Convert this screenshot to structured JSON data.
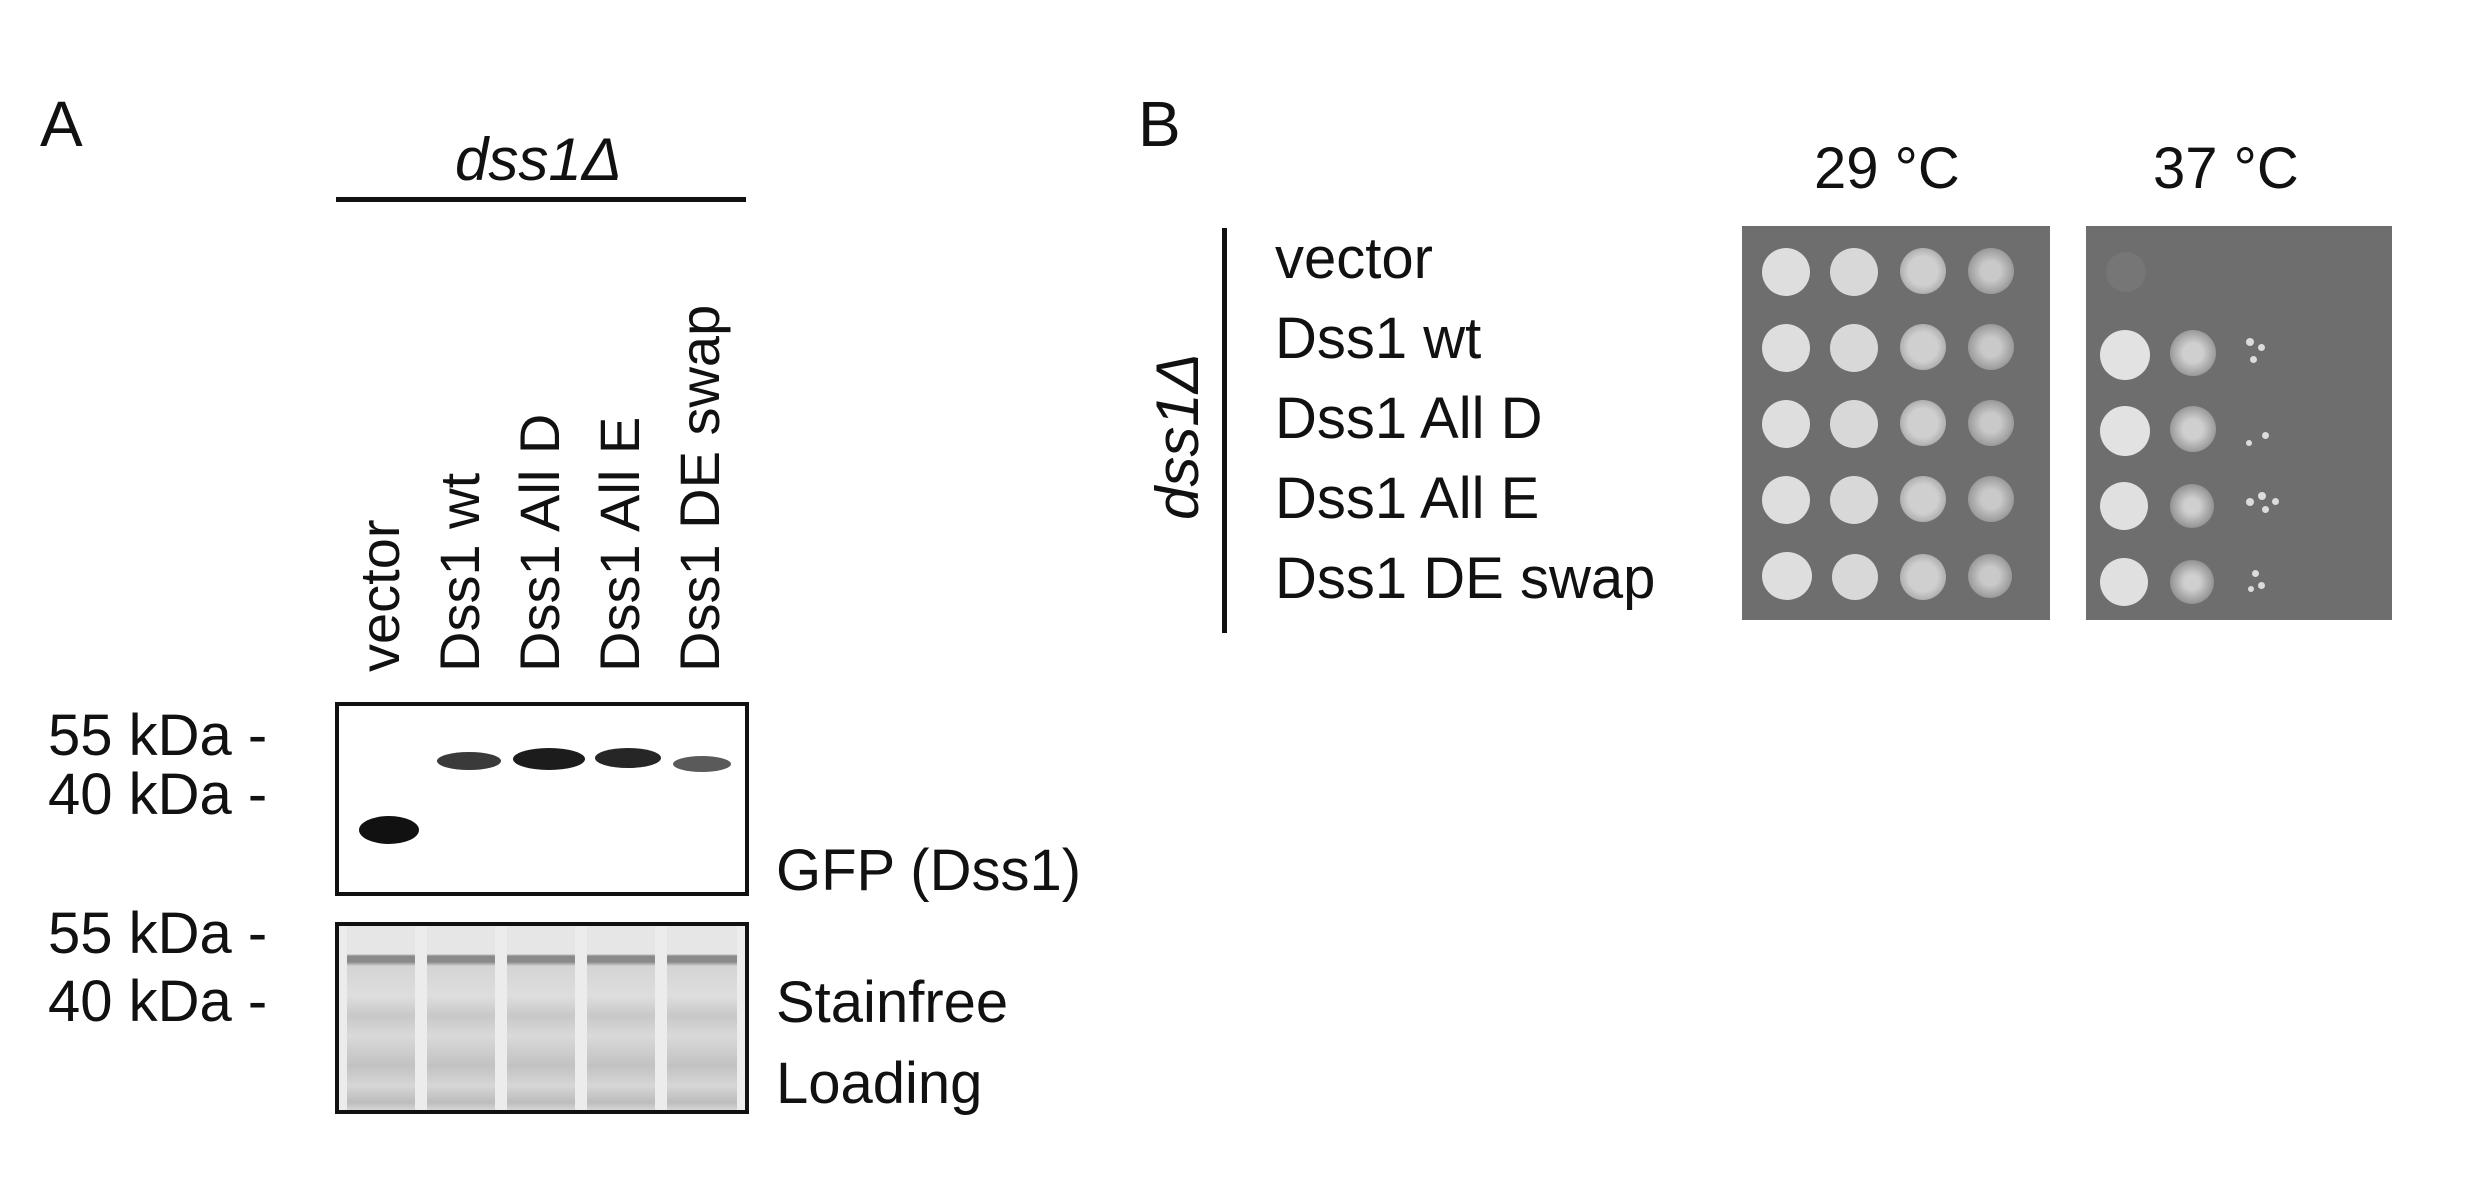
{
  "panel_a": {
    "letter": "A",
    "genotype": "dss1Δ",
    "lanes": [
      "vector",
      "Dss1 wt",
      "Dss1 All D",
      "Dss1 All E",
      "Dss1 DE swap"
    ],
    "blot_gfp": {
      "markers": [
        "55 kDa -",
        "40 kDa -"
      ],
      "label": "GFP (Dss1)"
    },
    "blot_loading": {
      "markers": [
        "55 kDa -",
        "40 kDa -"
      ],
      "label_line1": "Stainfree",
      "label_line2": "Loading"
    }
  },
  "panel_b": {
    "letter": "B",
    "genotype": "dss1Δ",
    "temperatures": [
      "29 °C",
      "37 °C"
    ],
    "strains": [
      "vector",
      "Dss1 wt",
      "Dss1 All D",
      "Dss1 All E",
      "Dss1 DE swap"
    ]
  }
}
